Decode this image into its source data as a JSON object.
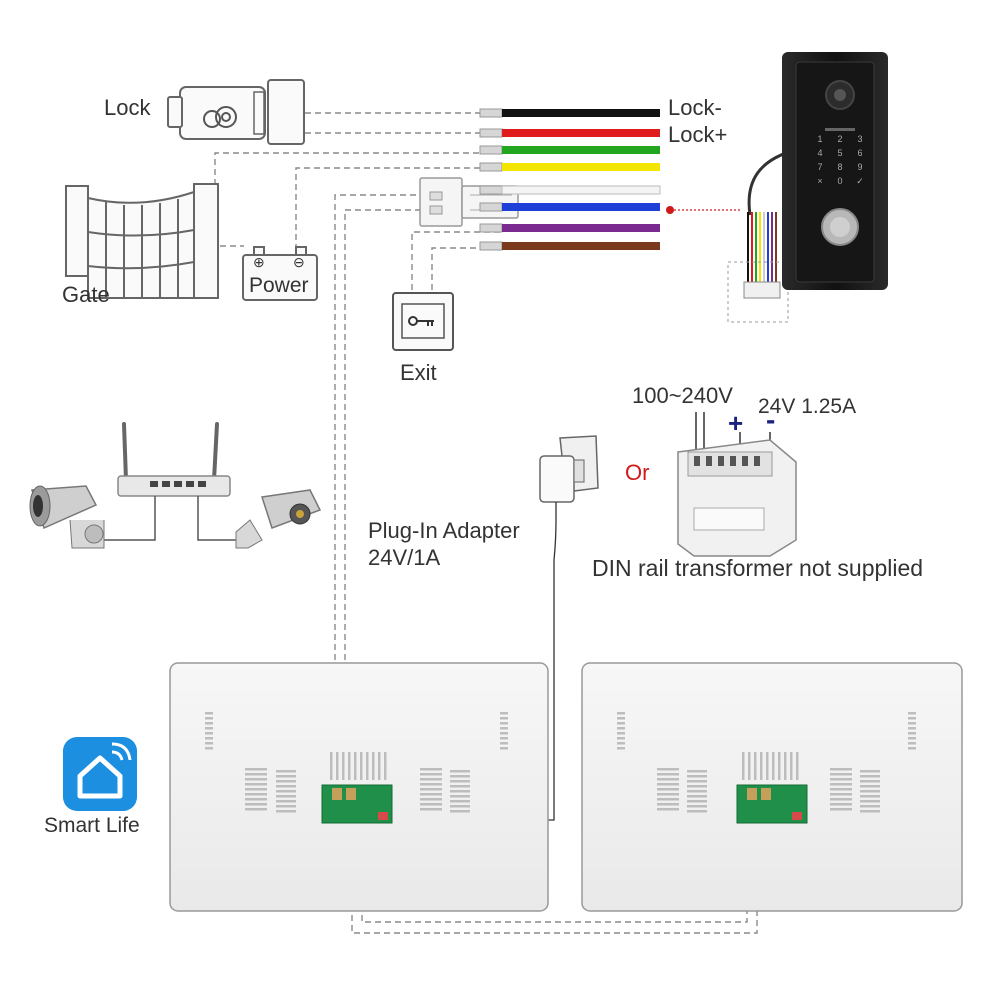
{
  "labels": {
    "lock": "Lock",
    "gate": "Gate",
    "power": "Power",
    "exit": "Exit",
    "lock_minus": "Lock-",
    "lock_plus": "Lock+",
    "mains_voltage": "100~240V",
    "din_output": "24V 1.25A",
    "din_plus": "+",
    "din_minus": "-",
    "or": "Or",
    "adapter_line1": "Plug-In Adapter",
    "adapter_line2": "24V/1A",
    "din_note": "DIN rail transformer not supplied",
    "smart_life": "Smart Life",
    "battery_plus": "⊕",
    "battery_minus": "⊖"
  },
  "wires": [
    {
      "color": "#111111"
    },
    {
      "color": "#e01b1b"
    },
    {
      "color": "#22a51f"
    },
    {
      "color": "#f2e600"
    },
    {
      "color": "#f4f4f4"
    },
    {
      "color": "#1e3fd8"
    },
    {
      "color": "#7b2a8f"
    },
    {
      "color": "#7a3b1d"
    }
  ],
  "colors": {
    "dashed_line": "#8a8a8a",
    "smart_life_tile": "#1c8fe0",
    "or_text": "#d01a1a",
    "din_polarity": "#1a237e",
    "doorbell_body": "#1a1a1a",
    "pcb": "#1f8f4a"
  }
}
